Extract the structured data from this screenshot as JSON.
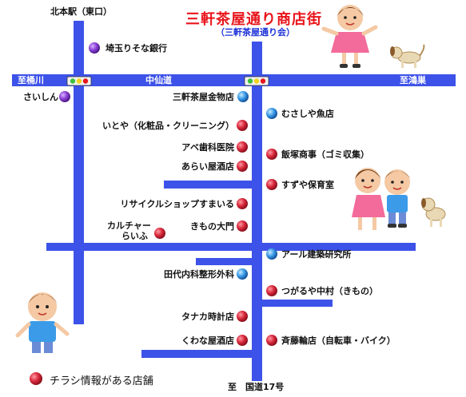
{
  "title": "三軒茶屋通り商店街",
  "subtitle": "（三軒茶屋通り会）",
  "roads": {
    "kitamoto": "北本駅（東口）",
    "okegawa": "至桶川",
    "nakasendo": "中仙道",
    "konosu": "至鴻巣",
    "route17": "至　国道17号"
  },
  "stores": {
    "saitama_resona": "埼玉りそな銀行",
    "saishin": "さいしん",
    "sangen_kanamono": "三軒茶屋金物店",
    "musashiya": "むさしや魚店",
    "itoya": "いとや（化粧品・クリーニング）",
    "abe_shika": "アベ歯科医院",
    "iizuka": "飯塚商事（ゴミ収集）",
    "arai_saketen": "あらい屋酒店",
    "suzuya": "すずや保育室",
    "recycle": "リサイクルショップすまいる",
    "culture_1": "カルチャー",
    "culture_2": "らいふ",
    "kimono_omon": "きもの大門",
    "aaru": "アール建築研究所",
    "tashiro": "田代内科整形外科",
    "tsugaruya": "つがるや中村（きもの）",
    "tanaka": "タナカ時計店",
    "kuwanaya": "くわな屋酒店",
    "saito": "斉藤輪店（自転車・バイク）"
  },
  "legend": "チラシ情報がある店舗",
  "colors": {
    "road": "#3d52e8",
    "flyer_store": "#d8293b",
    "bank": "#8a3fd6",
    "other_store": "#3b9be8",
    "title": "#e8151b"
  }
}
